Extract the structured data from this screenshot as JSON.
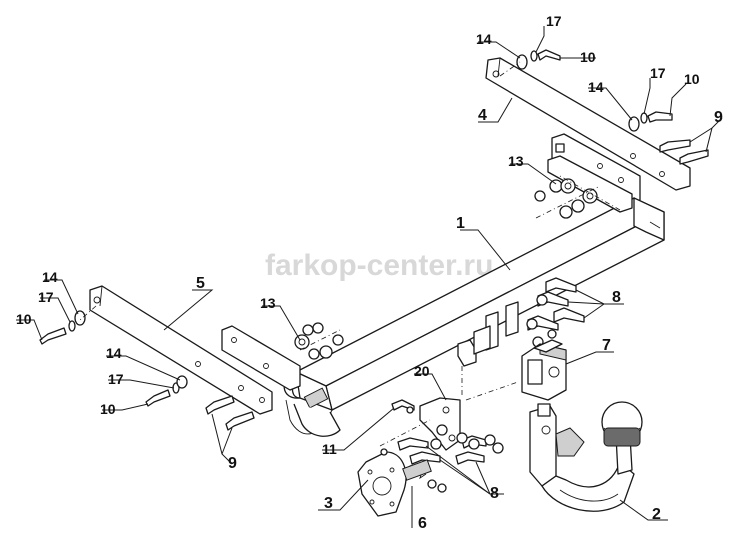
{
  "watermark": "farkop-center.ru",
  "labels": {
    "p1": "1",
    "p2": "2",
    "p3": "3",
    "p4": "4",
    "p5": "5",
    "p6": "6",
    "p7": "7",
    "p8a": "8",
    "p8b": "8",
    "p9a": "9",
    "p9b": "9",
    "p10a": "10",
    "p10b": "10",
    "p10c": "10",
    "p10d": "10",
    "p11": "11",
    "p13a": "13",
    "p13b": "13",
    "p14a": "14",
    "p14b": "14",
    "p14c": "14",
    "p14d": "14",
    "p17a": "17",
    "p17b": "17",
    "p17c": "17",
    "p17d": "17",
    "p20": "20"
  }
}
